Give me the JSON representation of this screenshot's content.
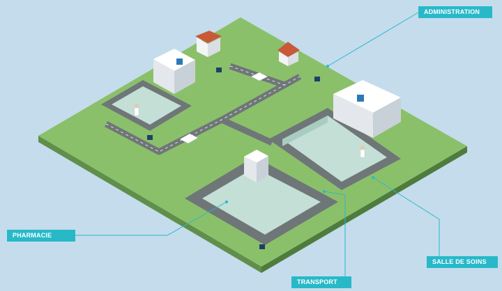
{
  "labels": {
    "administration": "ADMINISTRATION",
    "pharmacie": "PHARMACIE",
    "transport": "TRANSPORT",
    "salle_de_soins": "SALLE DE SOINS"
  },
  "colors": {
    "background": "#c5dcec",
    "grass": "#8bc06a",
    "road": "#6f7678",
    "room_floor": "#c3dfd6",
    "callout": "#27b9c8",
    "building": "#f3f4f5",
    "roof": "#c85a3a"
  },
  "icons": [
    "hospital-cross-icon",
    "ambulance-icon",
    "doctor-icon",
    "house-icon",
    "hospital-building-icon"
  ]
}
